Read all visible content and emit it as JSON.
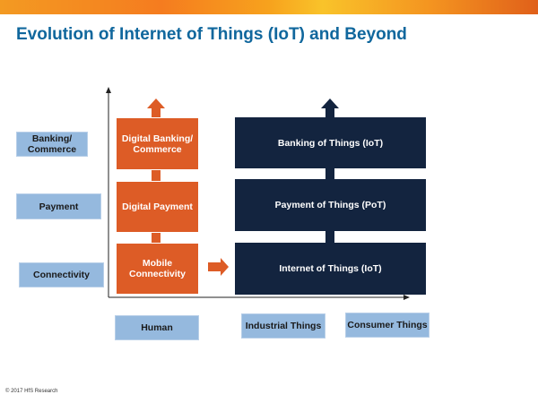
{
  "header": {
    "title": "Evolution of Internet of Things (IoT) and Beyond"
  },
  "row_labels": [
    "Banking/ Commerce",
    "Payment",
    "Connectivity"
  ],
  "human_column": [
    "Digital Banking/ Commerce",
    "Digital Payment",
    "Mobile Connectivity"
  ],
  "things_column": [
    "Banking of Things (IoT)",
    "Payment of Things (PoT)",
    "Internet of Things (IoT)"
  ],
  "column_labels": [
    "Human",
    "Industrial Things",
    "Consumer Things"
  ],
  "footer": "© 2017 HfS Research",
  "colors": {
    "orange": "#dd5c26",
    "navy": "#13243f",
    "light_blue": "#95b9de",
    "title": "#10679d"
  }
}
